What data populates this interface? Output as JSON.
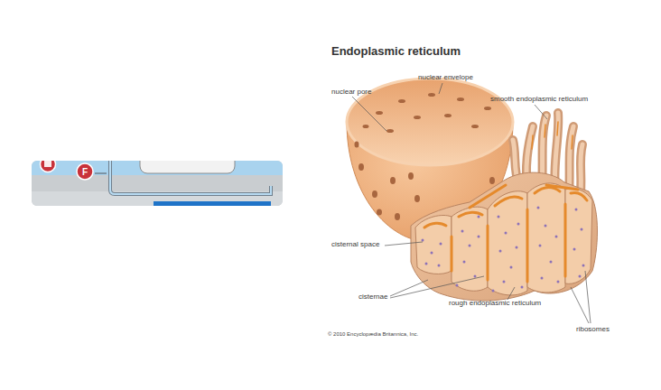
{
  "diagram": {
    "title": "Endoplasmic reticulum",
    "labels": [
      "F",
      "nuclear envelope",
      "nuclear pore",
      "smooth endoplasmic reticulum",
      "cisternal space",
      "cisternae",
      "rough endoplasmic reticulum",
      "ribosomes",
      "© 2010 Encyclopædia Britannica, Inc."
    ]
  }
}
